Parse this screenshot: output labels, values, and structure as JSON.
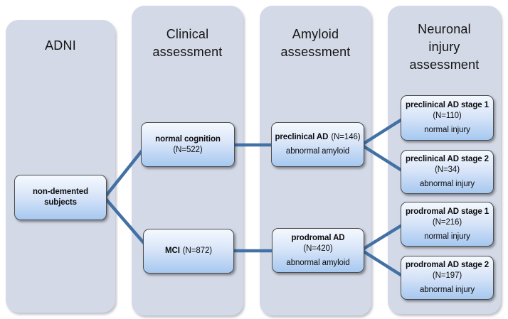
{
  "figure": {
    "description": "ADNI subject classification flowchart",
    "columns": [
      {
        "id": "adni",
        "title_lines": [
          "ADNI"
        ]
      },
      {
        "id": "clinical",
        "title_lines": [
          "Clinical",
          "assessment"
        ]
      },
      {
        "id": "amyloid",
        "title_lines": [
          "Amyloid",
          "assessment"
        ]
      },
      {
        "id": "neuronal",
        "title_lines": [
          "Neuronal",
          "injury",
          "assessment"
        ]
      }
    ],
    "nodes": {
      "non_demented": {
        "line1": "non-demented",
        "line2": "subjects"
      },
      "normal_cognition": {
        "title": "normal cognition",
        "count": "(N=522)"
      },
      "mci": {
        "title": "MCI",
        "count": "(N=872)"
      },
      "preclinical_ad": {
        "title": "preclinical AD",
        "count": "(N=146)",
        "status": "abnormal amyloid"
      },
      "prodromal_ad": {
        "title": "prodromal AD",
        "count": "(N=420)",
        "status": "abnormal amyloid"
      },
      "preclinical_stage1": {
        "title": "preclinical AD stage 1",
        "count": "(N=110)",
        "status": "normal injury"
      },
      "preclinical_stage2": {
        "title": "preclinical AD stage 2",
        "count": "(N=34)",
        "status": "abnormal injury"
      },
      "prodromal_stage1": {
        "title": "prodromal AD stage 1",
        "count": "(N=216)",
        "status": "normal injury"
      },
      "prodromal_stage2": {
        "title": "prodromal AD stage 2",
        "count": "(N=197)",
        "status": "abnormal injury"
      }
    },
    "colors": {
      "column_background": "#d3d9e6",
      "node_gradient_top": "#f5f9fe",
      "node_gradient_bottom": "#a6c8f0",
      "node_border": "#4d4d4d",
      "connector": "#4271a5",
      "text": "#0d0d0d"
    }
  }
}
